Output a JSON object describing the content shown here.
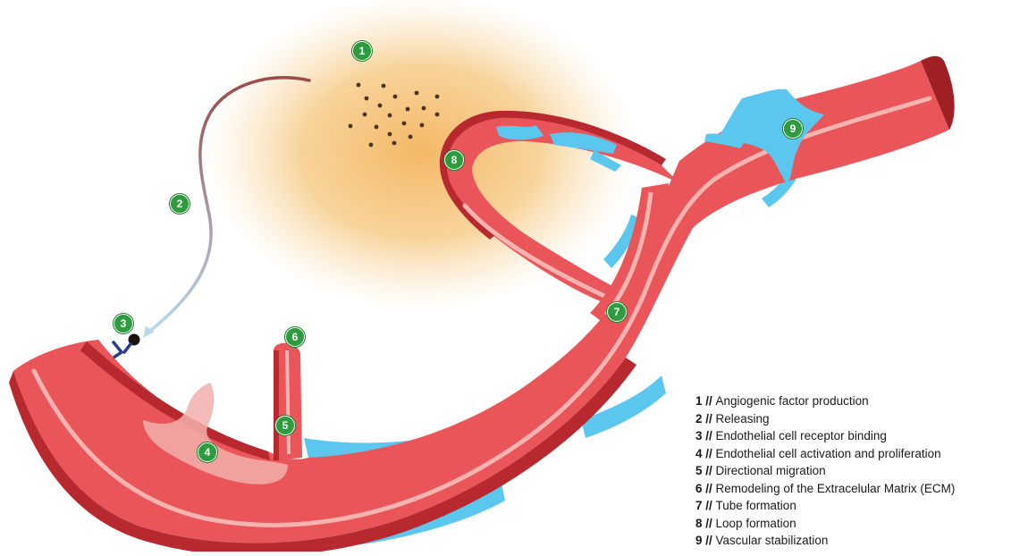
{
  "diagram": {
    "markers": [
      {
        "id": "1"
      },
      {
        "id": "2"
      },
      {
        "id": "3"
      },
      {
        "id": "4"
      },
      {
        "id": "5"
      },
      {
        "id": "6"
      },
      {
        "id": "7"
      },
      {
        "id": "8"
      },
      {
        "id": "9"
      }
    ],
    "legend": [
      {
        "num": "1",
        "sep": " // ",
        "label": "Angiogenic factor production"
      },
      {
        "num": "2",
        "sep": " // ",
        "label": "Releasing"
      },
      {
        "num": "3",
        "sep": " // ",
        "label": "Endothelial cell receptor binding"
      },
      {
        "num": "4",
        "sep": " // ",
        "label": "Endothelial cell activation and proliferation"
      },
      {
        "num": "5",
        "sep": " // ",
        "label": "Directional migration"
      },
      {
        "num": "6",
        "sep": " // ",
        "label": "Remodeling of the Extracelular Matrix (ECM)"
      },
      {
        "num": "7",
        "sep": " // ",
        "label": "Tube formation"
      },
      {
        "num": "8",
        "sep": " // ",
        "label": "Loop formation"
      },
      {
        "num": "9",
        "sep": " // ",
        "label": "Vascular stabilization"
      }
    ],
    "colors": {
      "vessel": "#e95558",
      "vessel_dark": "#b8292f",
      "vessel_inner": "#ef7475",
      "lumen_line": "#f6b3b0",
      "pericyte": "#5bc6ee",
      "glow": "#f6c880",
      "marker": "#2e9b3e",
      "receptor": "#2b3c8c"
    }
  }
}
